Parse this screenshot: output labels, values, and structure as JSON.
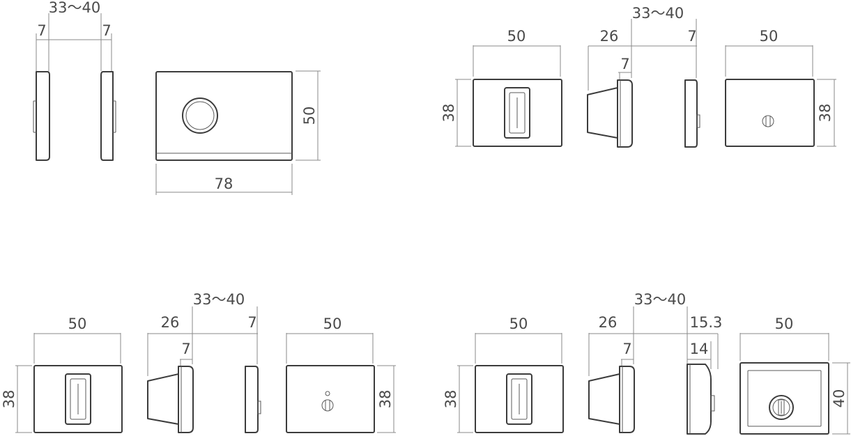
{
  "colors": {
    "outline": "#3c3c3c",
    "dimension_line": "#8a8a8a",
    "text": "#4a4a4a",
    "background": "#ffffff"
  },
  "views": [
    {
      "name": "push-button-set",
      "labels": {
        "range": "33～40",
        "left_thickness": "7",
        "right_thickness": "7",
        "height": "50",
        "width": "78"
      }
    },
    {
      "name": "thumbturn-emergency-set-top",
      "labels": {
        "front_width": "50",
        "front_height": "38",
        "range": "33～40",
        "projection": "26",
        "rose_thickness": "7",
        "right_thickness": "7",
        "back_width": "50",
        "back_height": "38"
      }
    },
    {
      "name": "thumbturn-indicator-set",
      "labels": {
        "front_width": "50",
        "front_height": "38",
        "range": "33～40",
        "projection": "26",
        "rose_thickness": "7",
        "right_thickness": "7",
        "back_width": "50",
        "back_height": "38"
      }
    },
    {
      "name": "thumbturn-cylinder-set",
      "labels": {
        "front_width": "50",
        "front_height": "38",
        "range": "33～40",
        "projection": "26",
        "rose_thickness": "7",
        "outer_thickness": "15.3",
        "inner_thickness": "14",
        "back_width": "50",
        "back_height": "40"
      }
    }
  ]
}
